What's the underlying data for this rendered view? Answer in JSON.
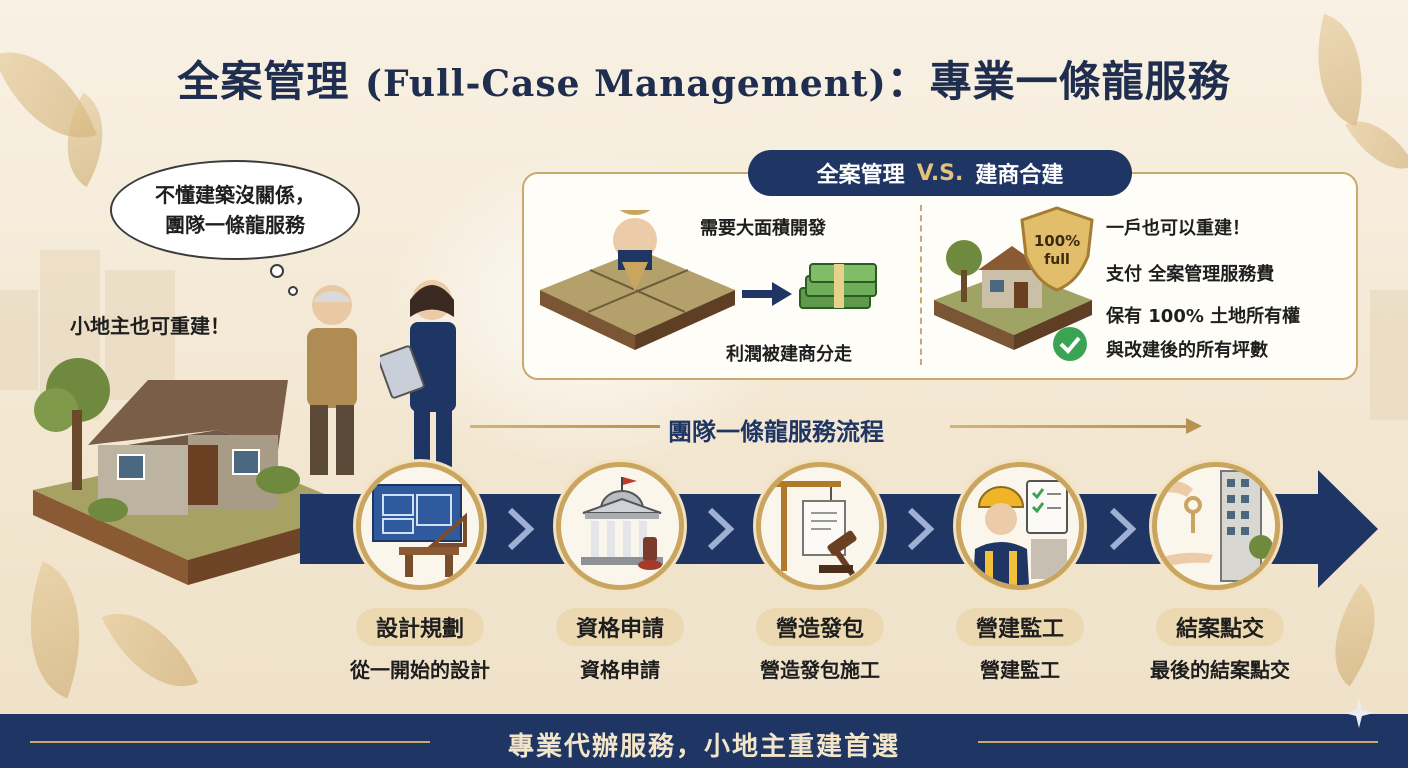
{
  "title": {
    "zh_left": "全案管理 ",
    "en": "(Full-Case Management)",
    "zh_right": "：專業一條龍服務"
  },
  "bubble": {
    "line1": "不懂建築沒關係，",
    "line2": "團隊一條龍服務"
  },
  "small_owner_label": "小地主也可重建！",
  "comparison": {
    "header_left": "全案管理",
    "header_vs": "V.S.",
    "header_right": "建商合建",
    "left": {
      "need_large_area": "需要大面積開發",
      "profit_taken": "利潤被建商分走"
    },
    "right": {
      "shield_line1": "100%",
      "shield_line2": "full",
      "point1": "一戶也可以重建！",
      "point2": "支付 全案管理服務費",
      "point3": "保有 100% 土地所有權",
      "point4": "與改建後的所有坪數"
    }
  },
  "flow": {
    "title": "團隊一條龍服務流程",
    "steps": [
      {
        "label": "設計規劃",
        "desc": "從一開始的設計"
      },
      {
        "label": "資格申請",
        "desc": "資格申請"
      },
      {
        "label": "營造發包",
        "desc": "營造發包施工"
      },
      {
        "label": "營建監工",
        "desc": "營建監工"
      },
      {
        "label": "結案點交",
        "desc": "最後的結案點交"
      }
    ]
  },
  "footer": "專業代辦服務，小地主重建首選",
  "colors": {
    "navy": "#1f3564",
    "gold": "#c9a55f",
    "cream": "#f8f1e4",
    "green_check": "#3aa354"
  },
  "icons": {
    "step1": "blueprint-icon",
    "step2": "government-building-icon",
    "step3": "crane-gavel-icon",
    "step4": "worker-checklist-icon",
    "step5": "keys-building-icon"
  }
}
